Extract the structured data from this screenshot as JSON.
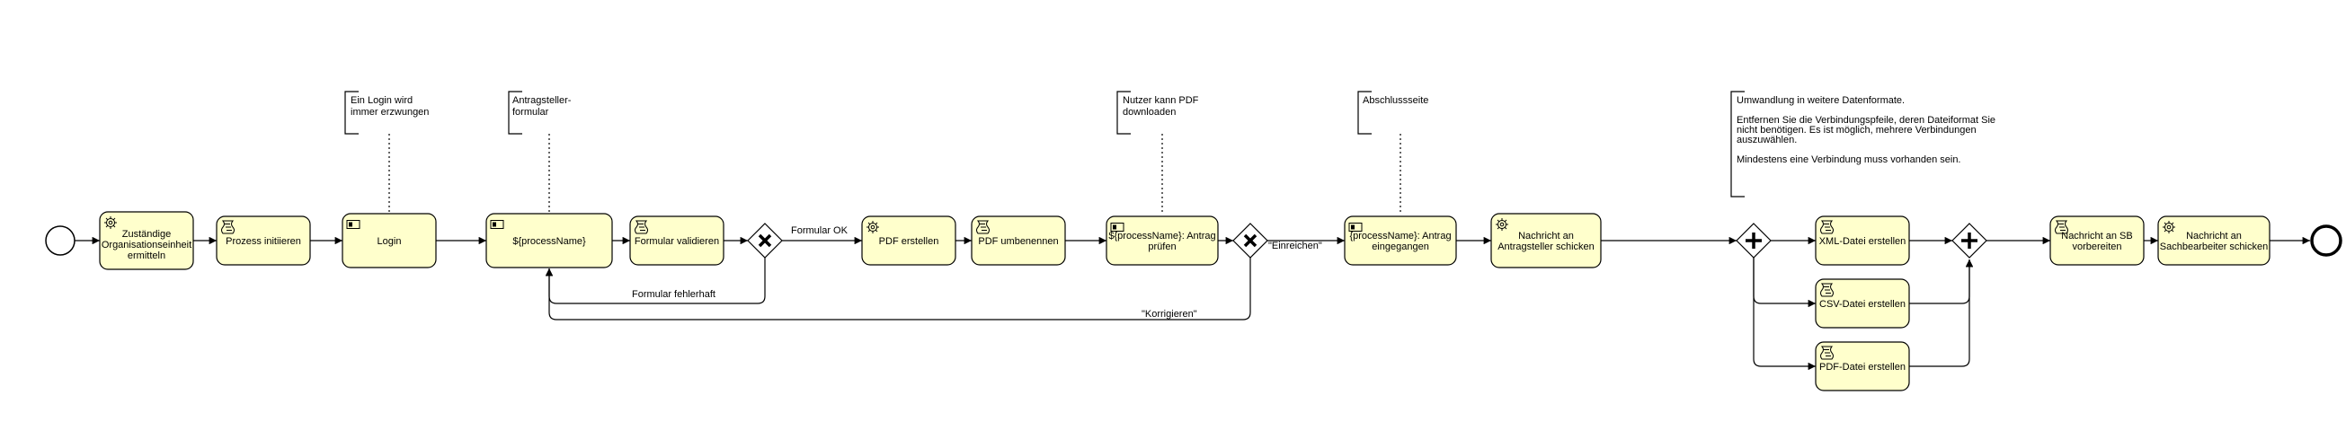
{
  "tasks": [
    {
      "id": "t1",
      "type": "service",
      "label": "Zuständige\nOrganisationseinheit\nermitteln"
    },
    {
      "id": "t2",
      "type": "script",
      "label": "Prozess initiieren"
    },
    {
      "id": "t3",
      "type": "user",
      "label": "Login"
    },
    {
      "id": "t4",
      "type": "user",
      "label": "${processName}"
    },
    {
      "id": "t5",
      "type": "script",
      "label": "Formular validieren"
    },
    {
      "id": "t6",
      "type": "service",
      "label": "PDF erstellen"
    },
    {
      "id": "t7",
      "type": "script",
      "label": "PDF umbenennen"
    },
    {
      "id": "t8",
      "type": "user",
      "label": "${processName}: Antrag\nprüfen"
    },
    {
      "id": "t9",
      "type": "user",
      "label": "{processName}: Antrag\neingegangen"
    },
    {
      "id": "t10",
      "type": "service",
      "label": "Nachricht an\nAntragsteller schicken"
    },
    {
      "id": "t11",
      "type": "script",
      "label": "XML-Datei erstellen"
    },
    {
      "id": "t12",
      "type": "script",
      "label": "CSV-Datei erstellen"
    },
    {
      "id": "t13",
      "type": "script",
      "label": "PDF-Datei erstellen"
    },
    {
      "id": "t14",
      "type": "script",
      "label": "Nachricht an SB\nvorbereiten"
    },
    {
      "id": "t15",
      "type": "service",
      "label": "Nachricht an\nSachbearbeiter schicken"
    }
  ],
  "annotations": [
    {
      "id": "a1",
      "text": "Ein Login wird\nimmer erzwungen"
    },
    {
      "id": "a2",
      "text": "Antragsteller-\nformular"
    },
    {
      "id": "a3",
      "text": "Nutzer kann PDF\ndownloaden"
    },
    {
      "id": "a4",
      "text": "Abschlussseite"
    },
    {
      "id": "a5",
      "text": "Umwandlung in weitere Datenformate.\n\nEntfernen Sie die Verbindungspfeile, deren Dateiformat Sie\nnicht benötigen. Es ist möglich, mehrere Verbindungen\nauszuwählen.\n\nMindestens eine Verbindung muss vorhanden sein."
    }
  ],
  "flow_labels": {
    "formular_ok": "Formular OK",
    "formular_fehlerhaft": "Formular fehlerhaft",
    "einreichen": "\"Einreichen\"",
    "korrigieren": "\"Korrigieren\""
  }
}
